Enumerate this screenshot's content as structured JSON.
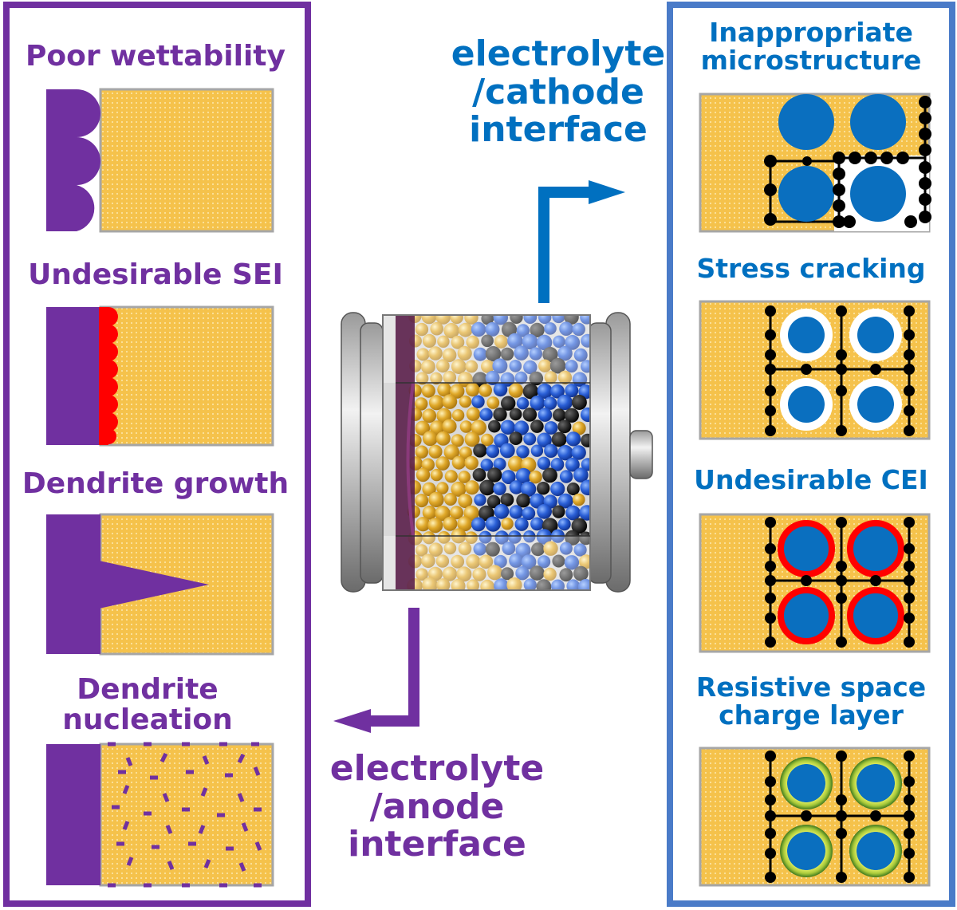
{
  "anode": {
    "issues": [
      {
        "label": "Poor wettability"
      },
      {
        "label": "Undesirable SEI"
      },
      {
        "label": "Dendrite growth"
      },
      {
        "label_lines": [
          "Dendrite",
          "nucleation"
        ]
      }
    ],
    "interface_label_lines": [
      "electrolyte",
      "/anode",
      "interface"
    ]
  },
  "cathode": {
    "issues": [
      {
        "label_lines": [
          "Inappropriate",
          "microstructure"
        ]
      },
      {
        "label": "Stress cracking"
      },
      {
        "label": "Undesirable CEI"
      },
      {
        "label_lines": [
          "Resistive space",
          "charge layer"
        ]
      }
    ],
    "interface_label_lines": [
      "electrolyte",
      "/cathode",
      "interface"
    ]
  },
  "colors": {
    "anode_purple": "#7030a0",
    "cathode_blue": "#0070c0",
    "electrolyte_yellow": "#f5c24b",
    "sei_red": "#ff0000",
    "particle_blue": "#0a6fbf"
  }
}
